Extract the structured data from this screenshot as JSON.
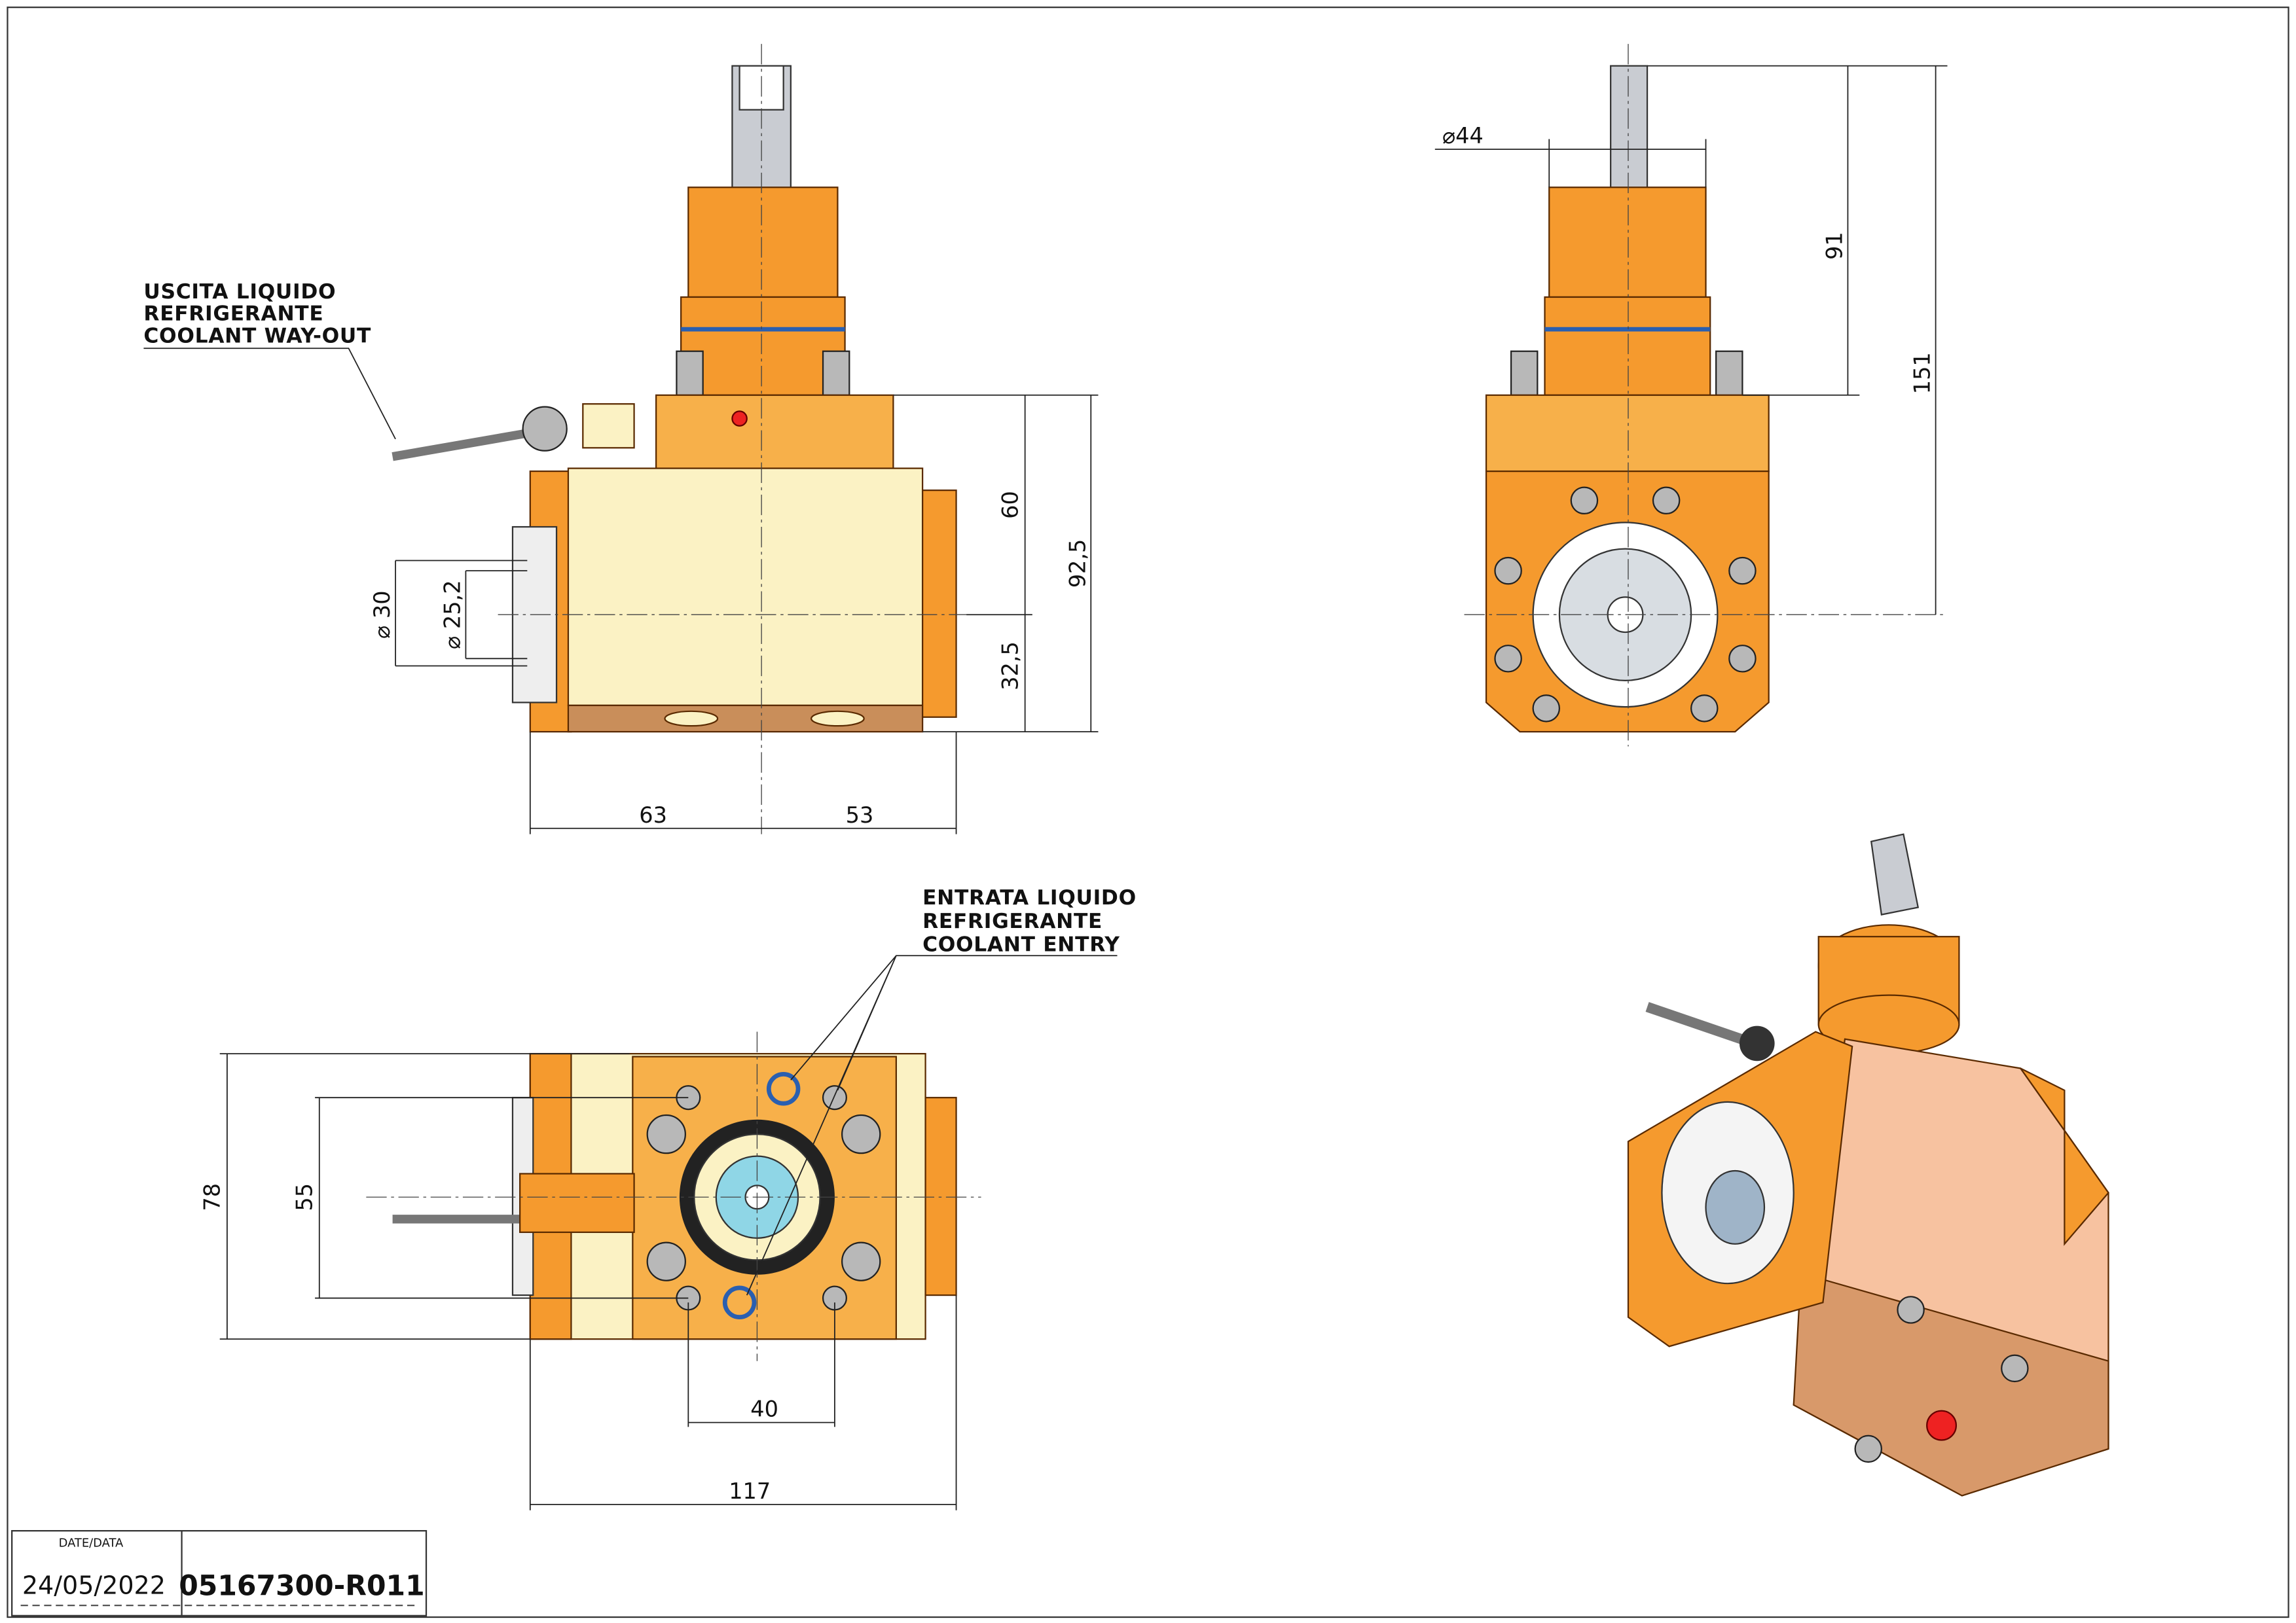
{
  "labels": {
    "coolant_out": [
      "USCITA LIQUIDO",
      "REFRIGERANTE",
      "COOLANT WAY-OUT"
    ],
    "coolant_in": [
      "ENTRATA LIQUIDO",
      "REFRIGERANTE",
      "COOLANT ENTRY"
    ]
  },
  "dimensions": {
    "front": {
      "d60": "60",
      "d92_5": "92,5",
      "d32_5": "32,5",
      "d63": "63",
      "d53": "53",
      "dia30": "30",
      "dia25_2": "25,2"
    },
    "side": {
      "dia44": "44",
      "d91": "91",
      "d151": "151"
    },
    "bottom": {
      "d78": "78",
      "d55": "55",
      "d40": "40",
      "d117": "117"
    },
    "diameter_symbol": "⌀"
  },
  "title_block": {
    "date_label": "DATE/DATA",
    "date": "24/05/2022",
    "part_number": "05167300-R011"
  },
  "colors": {
    "body_orange": "#f59a2e",
    "body_cream": "#fbf2c4",
    "seal_blue": "#2a5fb0"
  }
}
